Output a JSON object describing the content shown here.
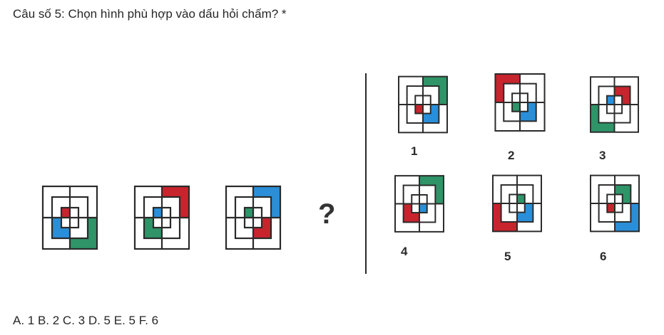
{
  "question": {
    "title": "Câu số 5: Chọn hình phù hợp vào dấu hỏi chấm? *"
  },
  "question_mark": "?",
  "colors": {
    "red": "#c8242e",
    "green": "#2f9468",
    "blue": "#2a8fd8",
    "line": "#2a2a2a"
  },
  "sequence": [
    {
      "outer": "BR",
      "outer_color": "green",
      "inner": "BL",
      "inner_color": "blue",
      "center": "TL",
      "center_color": "red"
    },
    {
      "outer": "TR",
      "outer_color": "red",
      "inner": "BL",
      "inner_color": "green",
      "center": "TL",
      "center_color": "blue"
    },
    {
      "outer": "TR",
      "outer_color": "blue",
      "inner": "BR",
      "inner_color": "red",
      "center": "TL",
      "center_color": "green"
    }
  ],
  "options": [
    {
      "label": "1",
      "outer": "TR",
      "outer_color": "green",
      "inner": "BR",
      "inner_color": "blue",
      "center": "BL",
      "center_color": "red"
    },
    {
      "label": "2",
      "outer": "TL",
      "outer_color": "red",
      "inner": "BR",
      "inner_color": "blue",
      "center": "BL",
      "center_color": "green"
    },
    {
      "label": "3",
      "outer": "BL",
      "outer_color": "green",
      "inner": "TR",
      "inner_color": "red",
      "center": "TL",
      "center_color": "blue"
    },
    {
      "label": "4",
      "outer": "TR",
      "outer_color": "green",
      "inner": "BL",
      "inner_color": "red",
      "center": "BR",
      "center_color": "blue"
    },
    {
      "label": "5",
      "outer": "BL",
      "outer_color": "red",
      "inner": "BR",
      "inner_color": "blue",
      "center": "TR",
      "center_color": "green"
    },
    {
      "label": "6",
      "outer": "BR",
      "outer_color": "blue",
      "inner": "TR",
      "inner_color": "green",
      "center": "BL",
      "center_color": "red"
    }
  ],
  "answers_line": "A. 1 B. 2 C. 3 D. 5 E. 5 F. 6"
}
